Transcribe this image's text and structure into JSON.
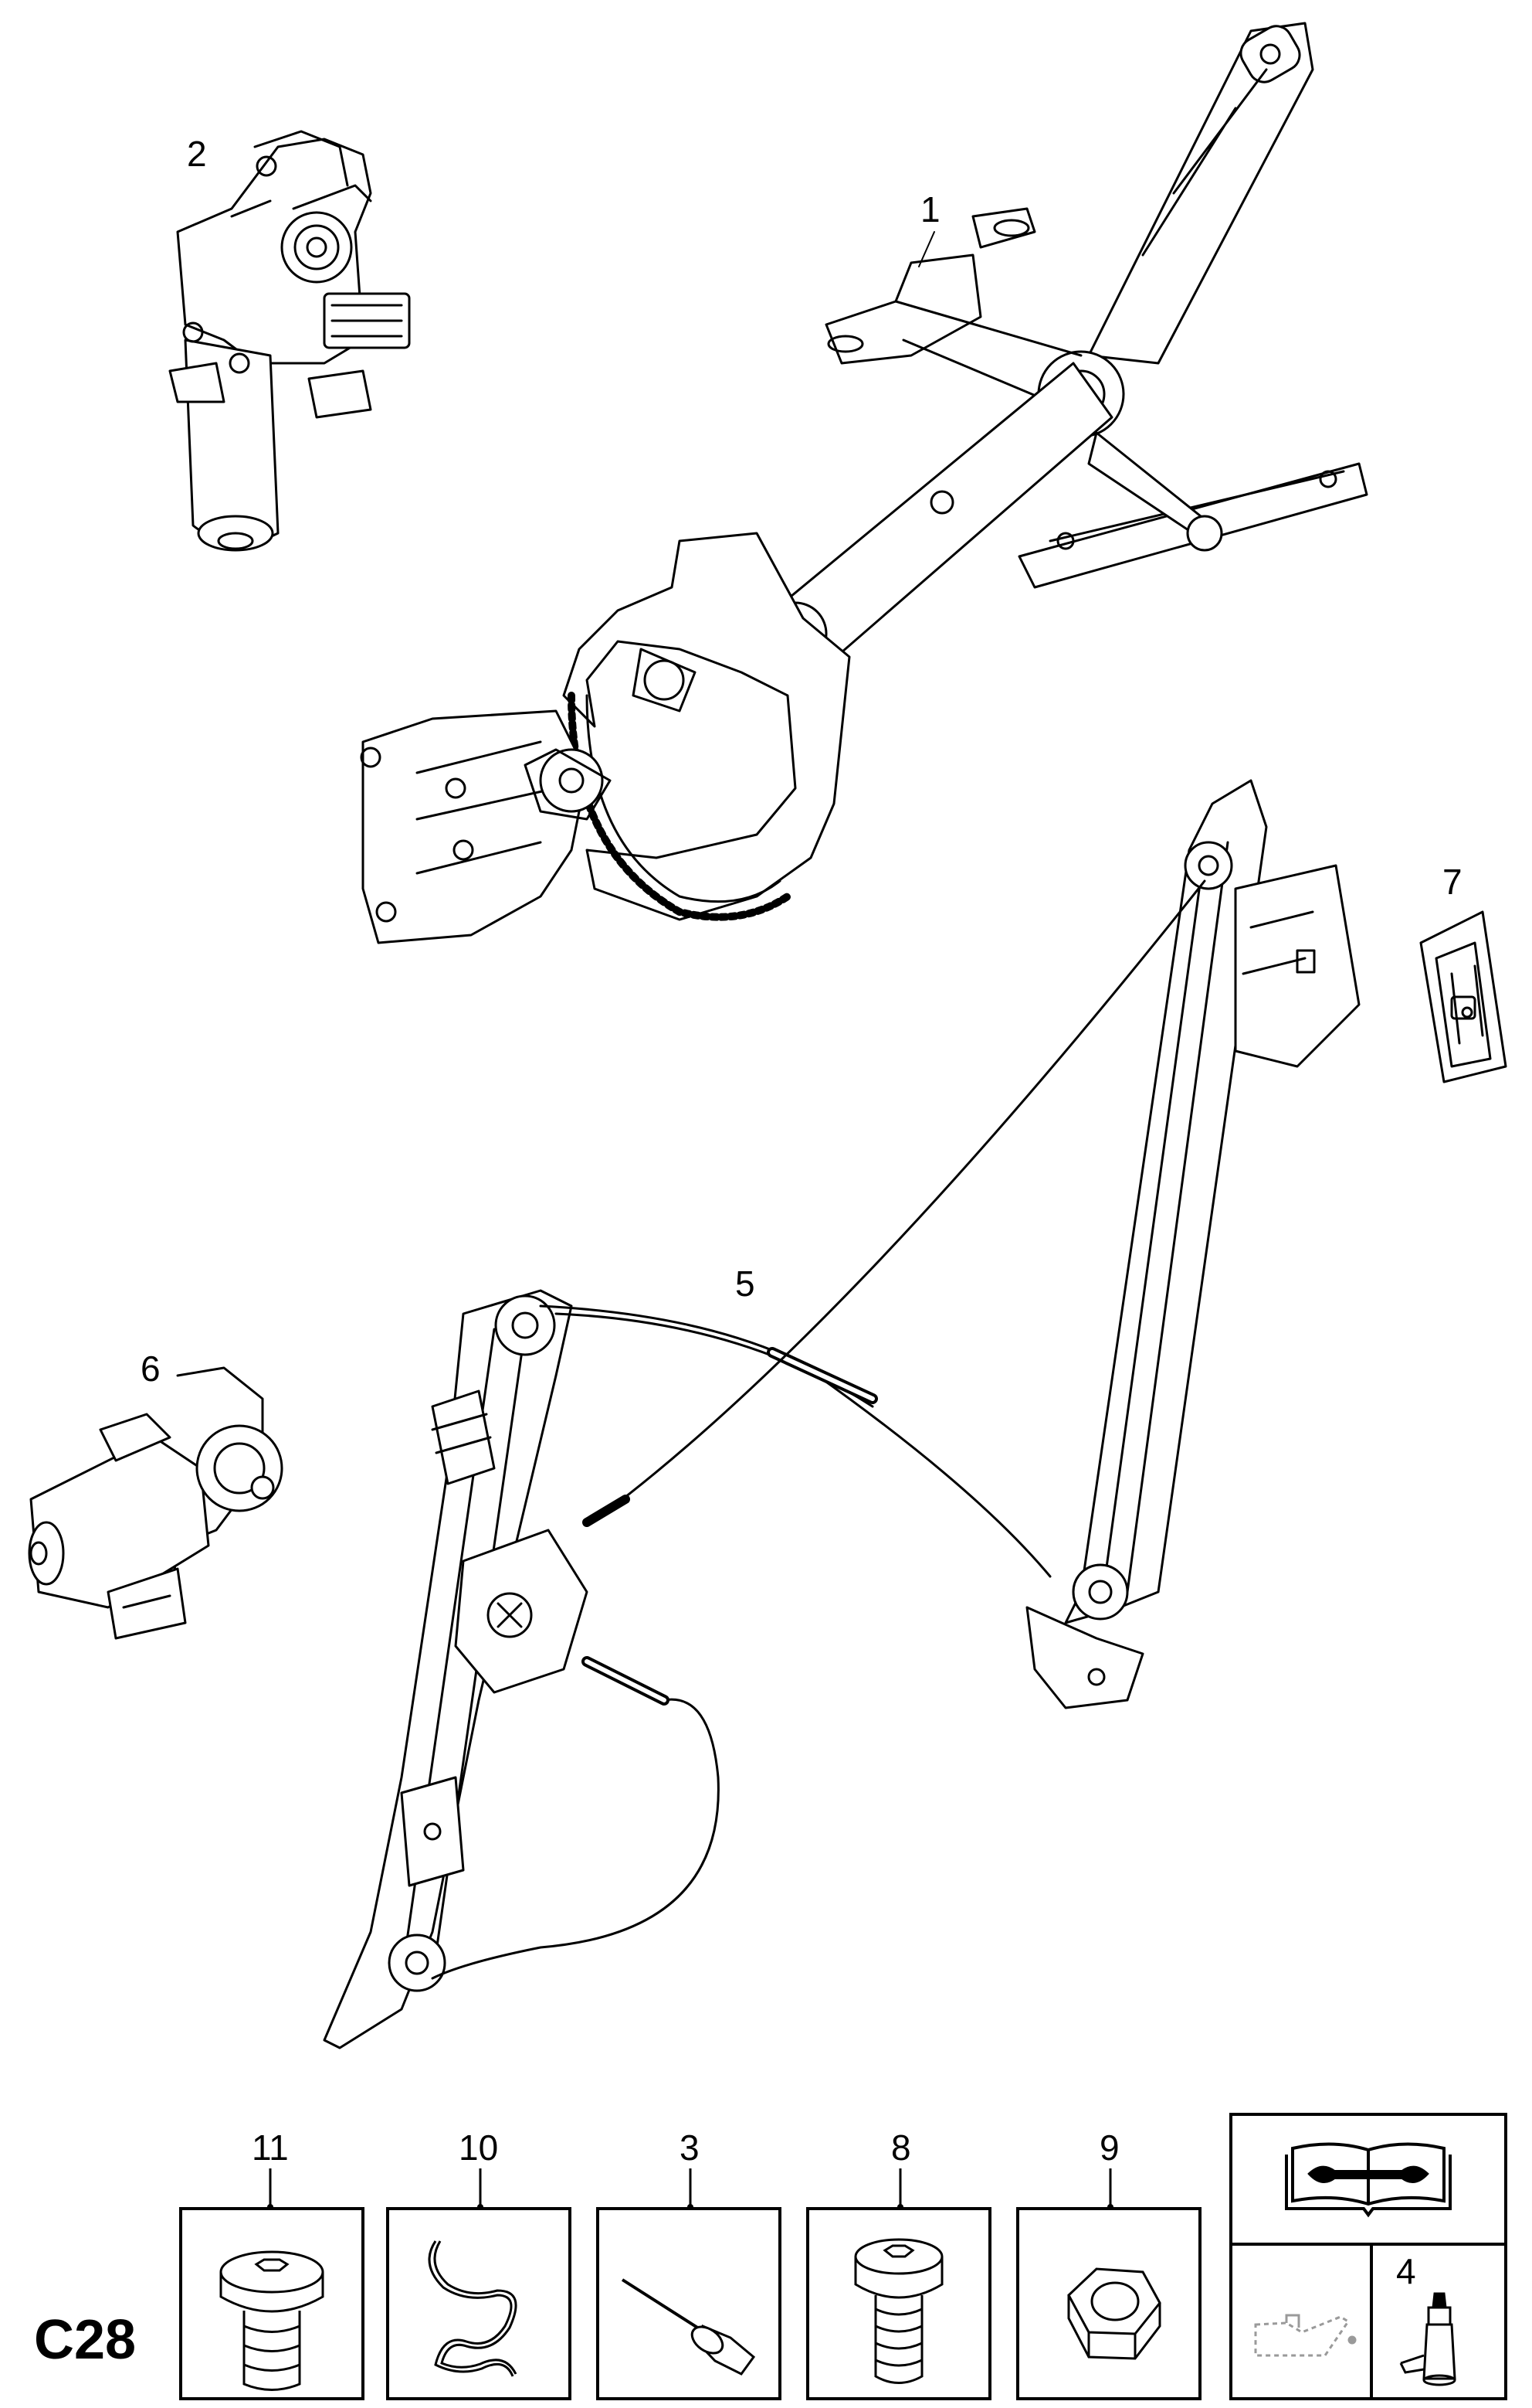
{
  "page_code": "C28",
  "callouts": {
    "c1": "1",
    "c2": "2",
    "c5": "5",
    "c6": "6",
    "c7": "7",
    "c4": "4"
  },
  "hardware": [
    {
      "number": "11",
      "part": "torx-flange-screw"
    },
    {
      "number": "10",
      "part": "wire-spring-clip"
    },
    {
      "number": "3",
      "part": "blind-rivet"
    },
    {
      "number": "8",
      "part": "torx-screw"
    },
    {
      "number": "9",
      "part": "hex-flange-nut"
    }
  ],
  "icons": {
    "manual": "service-manual-wrench-icon",
    "oil": "oil-can-icon",
    "adhesive": "adhesive-bottle-icon"
  },
  "colors": {
    "line": "#000000",
    "background": "#ffffff",
    "faded": "#9a9a9a"
  }
}
